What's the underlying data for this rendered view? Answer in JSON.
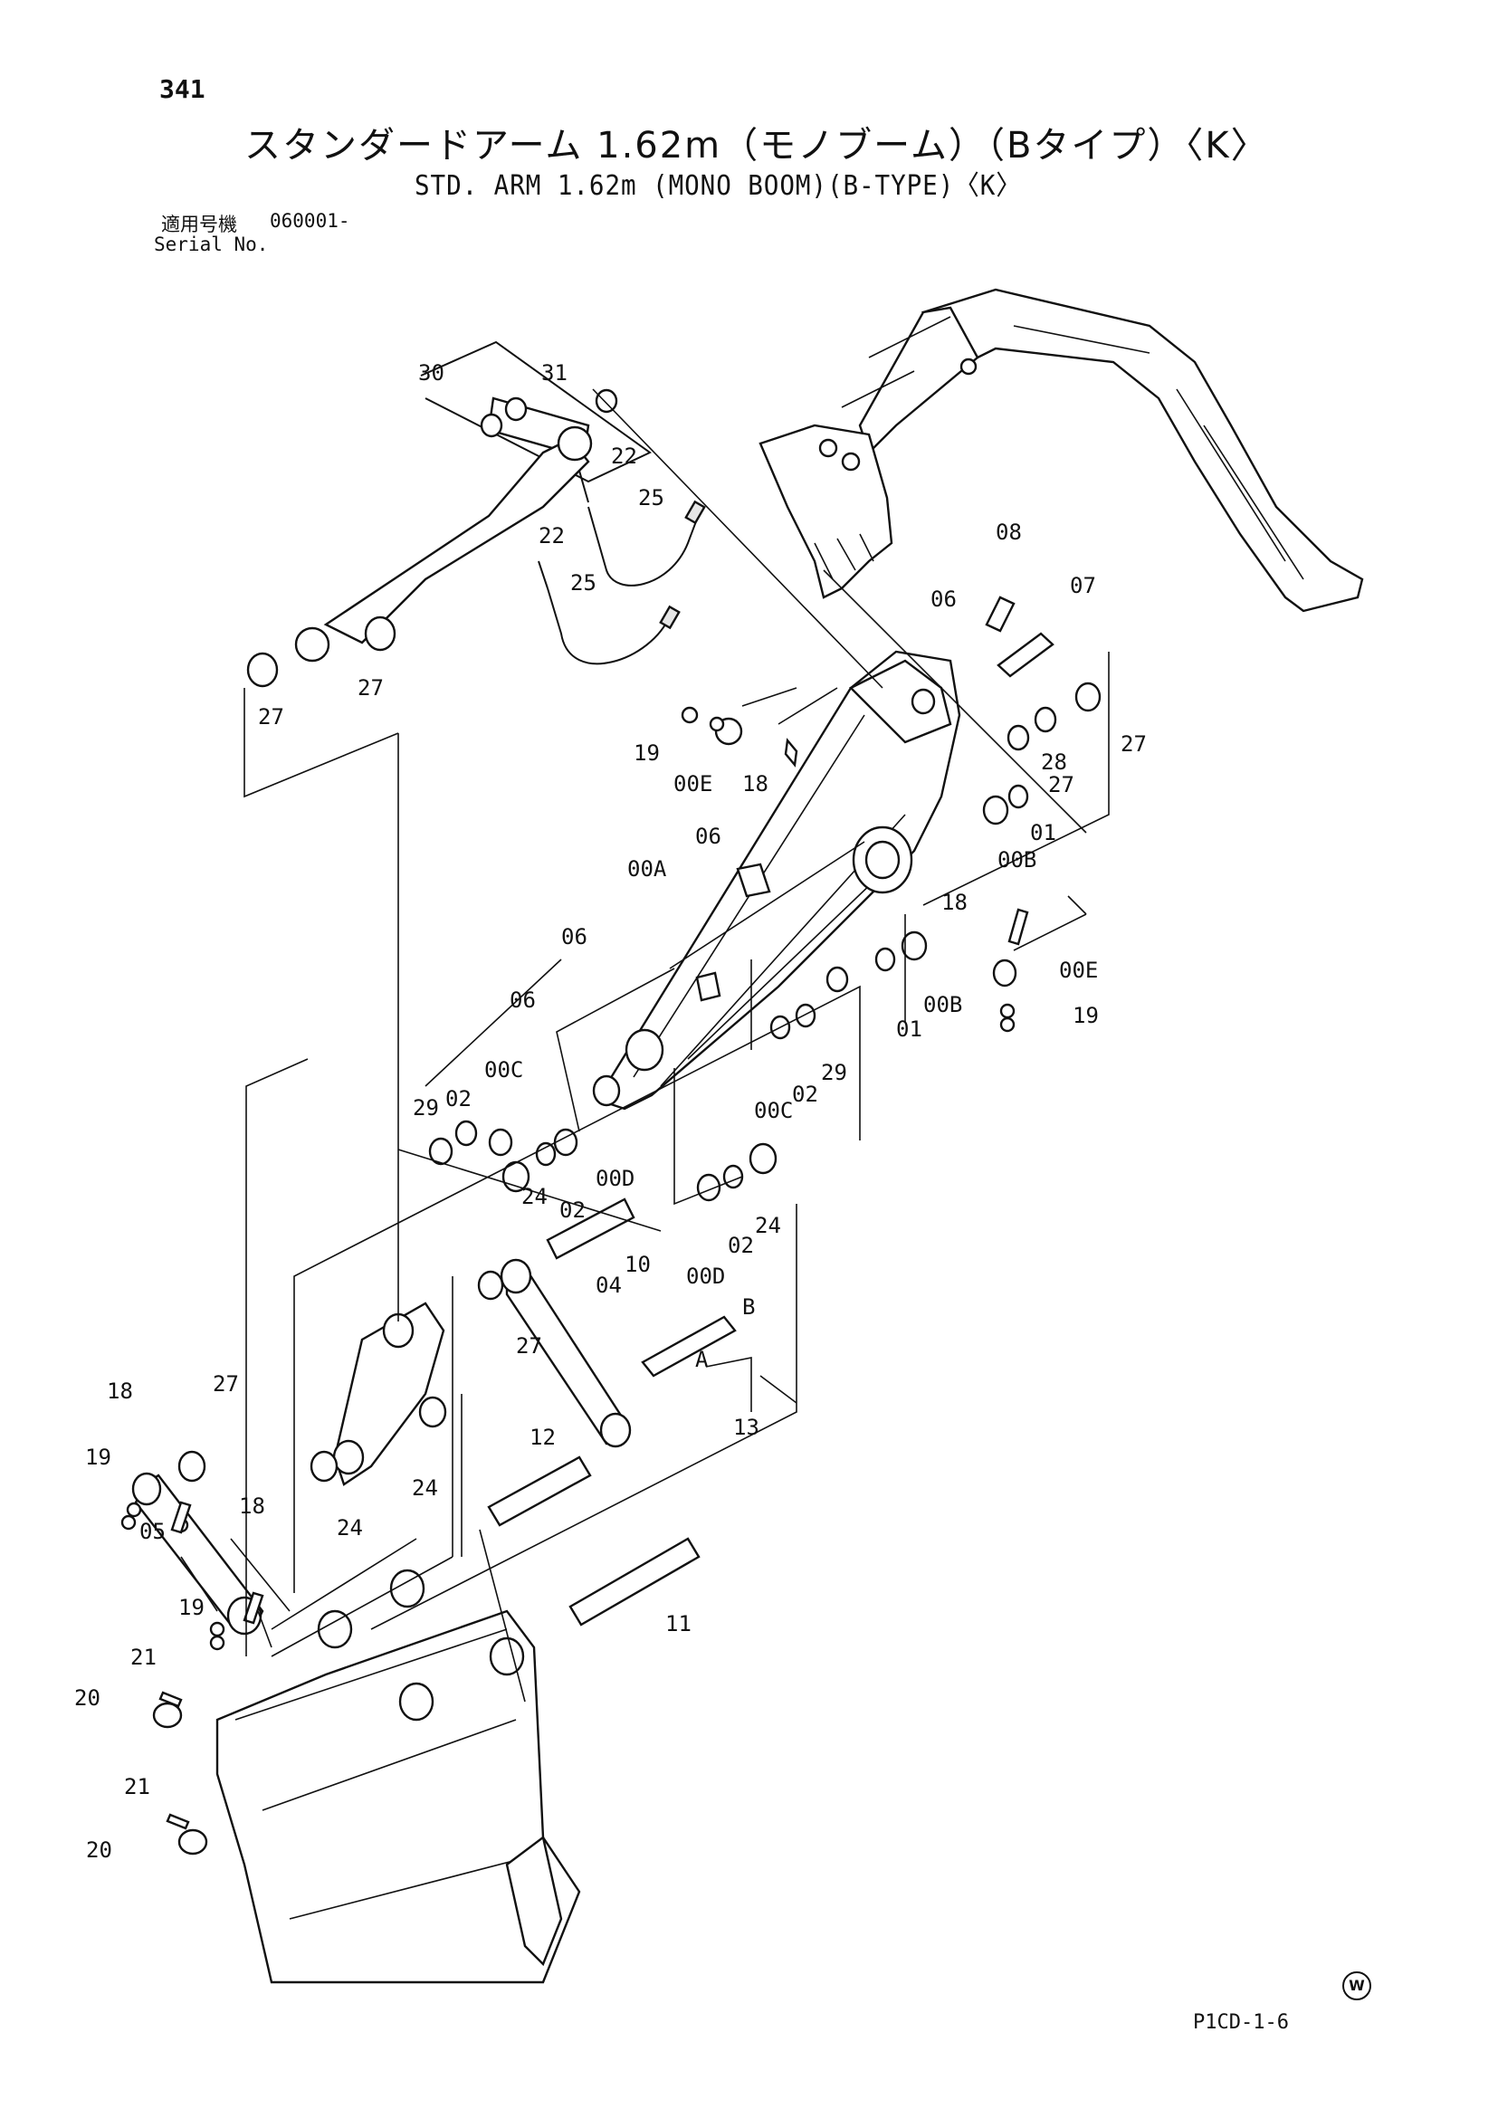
{
  "page": {
    "page_number": "341",
    "title_jp": "スタンダードアーム 1.62m（モノブーム）（Bタイプ）〈K〉",
    "title_en": "STD. ARM 1.62m (MONO BOOM)(B-TYPE)〈K〉",
    "serial_label_jp": "適用号機",
    "serial_from": "060001-",
    "serial_label_en": "Serial No.",
    "reference_code": "P1CD-1-6",
    "w_mark": "W"
  },
  "callouts": [
    "30",
    "31",
    "22",
    "25",
    "22",
    "25",
    "27",
    "27",
    "08",
    "07",
    "06",
    "27",
    "28",
    "27",
    "19",
    "00E",
    "18",
    "06",
    "01",
    "00B",
    "00A",
    "06",
    "18",
    "06",
    "00E",
    "19",
    "01",
    "00B",
    "29",
    "02",
    "00C",
    "00C",
    "02",
    "29",
    "24",
    "02",
    "00D",
    "00D",
    "02",
    "24",
    "10",
    "04",
    "27",
    "B",
    "A",
    "13",
    "18",
    "27",
    "19",
    "12",
    "24",
    "24",
    "05",
    "18",
    "19",
    "11",
    "21",
    "20",
    "21",
    "20"
  ]
}
